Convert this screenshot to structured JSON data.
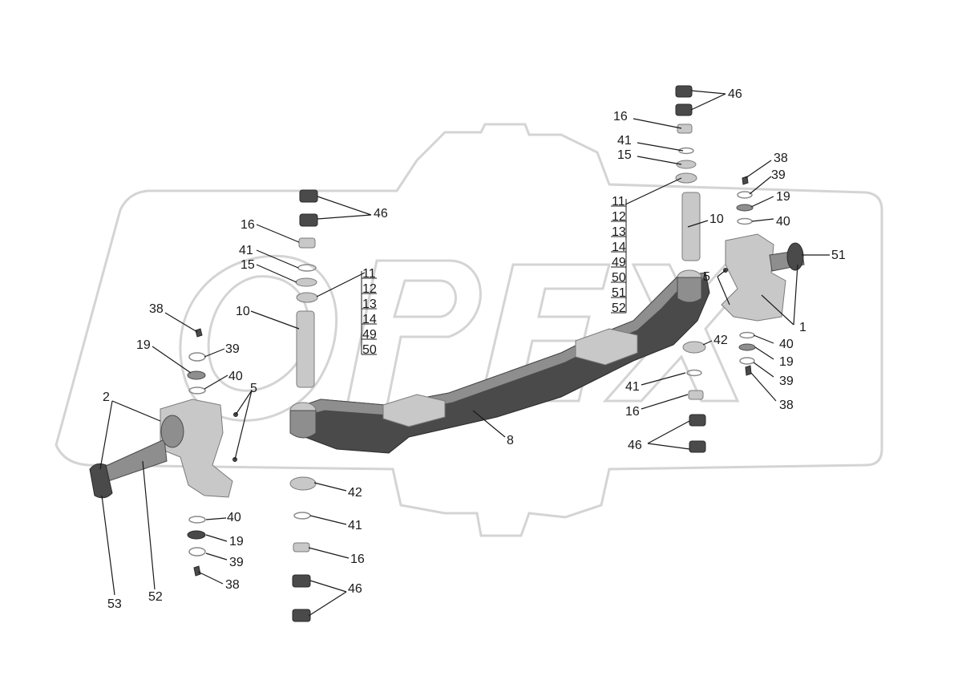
{
  "watermark": {
    "text": "OPEX"
  },
  "callouts": {
    "c46_top_right": "46",
    "c16_top_right": "16",
    "c41_top_right": "41",
    "c15_top_right": "15",
    "c38_top_right": "38",
    "c39_top_right": "39",
    "c19_top_right": "19",
    "c40_top_right": "40",
    "c10_right": "10",
    "c51": "51",
    "c5_right": "5",
    "c1": "1",
    "c42_right": "42",
    "c40_mid_right": "40",
    "c19_mid_right": "19",
    "c39_mid_right": "39",
    "c38_mid_right": "38",
    "c41_mid_right": "41",
    "c16_mid_right": "16",
    "c46_mid_right": "46",
    "c8": "8",
    "c46_top_left": "46",
    "c16_top_left": "16",
    "c41_top_left": "41",
    "c15_top_left": "15",
    "c10_left": "10",
    "c38_left": "38",
    "c19_left": "19",
    "c39_left": "39",
    "c40_left": "40",
    "c5_left": "5",
    "c2": "2",
    "c42_left": "42",
    "c41_bottom_left": "41",
    "c16_bottom_left": "16",
    "c46_bottom_left": "46",
    "c40_bottom_left": "40",
    "c19_bottom_left": "19",
    "c39_bottom_left": "39",
    "c38_bottom_left": "38",
    "c53": "53",
    "c52": "52"
  },
  "stack_left": [
    "11",
    "12",
    "13",
    "14",
    "49",
    "50"
  ],
  "stack_right": [
    "11",
    "12",
    "13",
    "14",
    "49",
    "50",
    "51",
    "52"
  ]
}
